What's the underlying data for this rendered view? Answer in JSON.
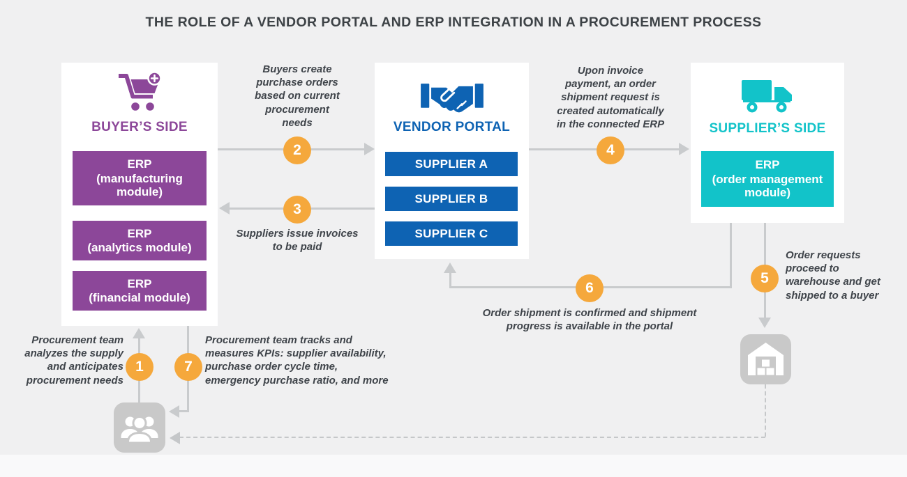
{
  "title": "THE ROLE OF A VENDOR PORTAL AND ERP INTEGRATION IN A PROCUREMENT PROCESS",
  "buyer_side": {
    "heading": "BUYER’S SIDE",
    "icon": "shopping-cart-plus-icon",
    "erp_modules": [
      {
        "title": "ERP",
        "subtitle": "(manufacturing module)"
      },
      {
        "title": "ERP",
        "subtitle": "(analytics module)"
      },
      {
        "title": "ERP",
        "subtitle": "(financial module)"
      }
    ]
  },
  "vendor_portal": {
    "heading": "VENDOR PORTAL",
    "icon": "handshake-icon",
    "suppliers": [
      "SUPPLIER A",
      "SUPPLIER B",
      "SUPPLIER C"
    ]
  },
  "supplier_side": {
    "heading": "SUPPLIER’S SIDE",
    "icon": "delivery-truck-icon",
    "erp_modules": [
      {
        "title": "ERP",
        "subtitle": "(order management module)"
      }
    ]
  },
  "steps": [
    {
      "number": "1",
      "text": "Procurement team\nanalyzes the supply\nand anticipates\nprocurement needs"
    },
    {
      "number": "2",
      "text": "Buyers create\npurchase orders\nbased on current\nprocurement\nneeds"
    },
    {
      "number": "3",
      "text": "Suppliers issue invoices\nto be paid"
    },
    {
      "number": "4",
      "text": "Upon invoice\npayment, an order\nshipment request is\ncreated automatically\nin the connected ERP"
    },
    {
      "number": "5",
      "text": "Order requests\nproceed to\nwarehouse and get\nshipped to a buyer"
    },
    {
      "number": "6",
      "text": "Order shipment is confirmed and shipment\nprogress is available in the portal"
    },
    {
      "number": "7",
      "text": "Procurement team tracks and\nmeasures KPIs: supplier availability,\npurchase order cycle time,\nemergency purchase ratio, and more"
    }
  ],
  "icons": {
    "team": "team-icon",
    "warehouse": "warehouse-icon"
  },
  "colors": {
    "background": "#f0f0f1",
    "card": "#ffffff",
    "purple": "#8c4799",
    "blue": "#0e63b3",
    "cyan": "#12c3c9",
    "orange": "#f5a83c",
    "line_gray": "#c9cbcd",
    "icon_gray": "#c9c9c9",
    "text_dark": "#3f444a"
  }
}
